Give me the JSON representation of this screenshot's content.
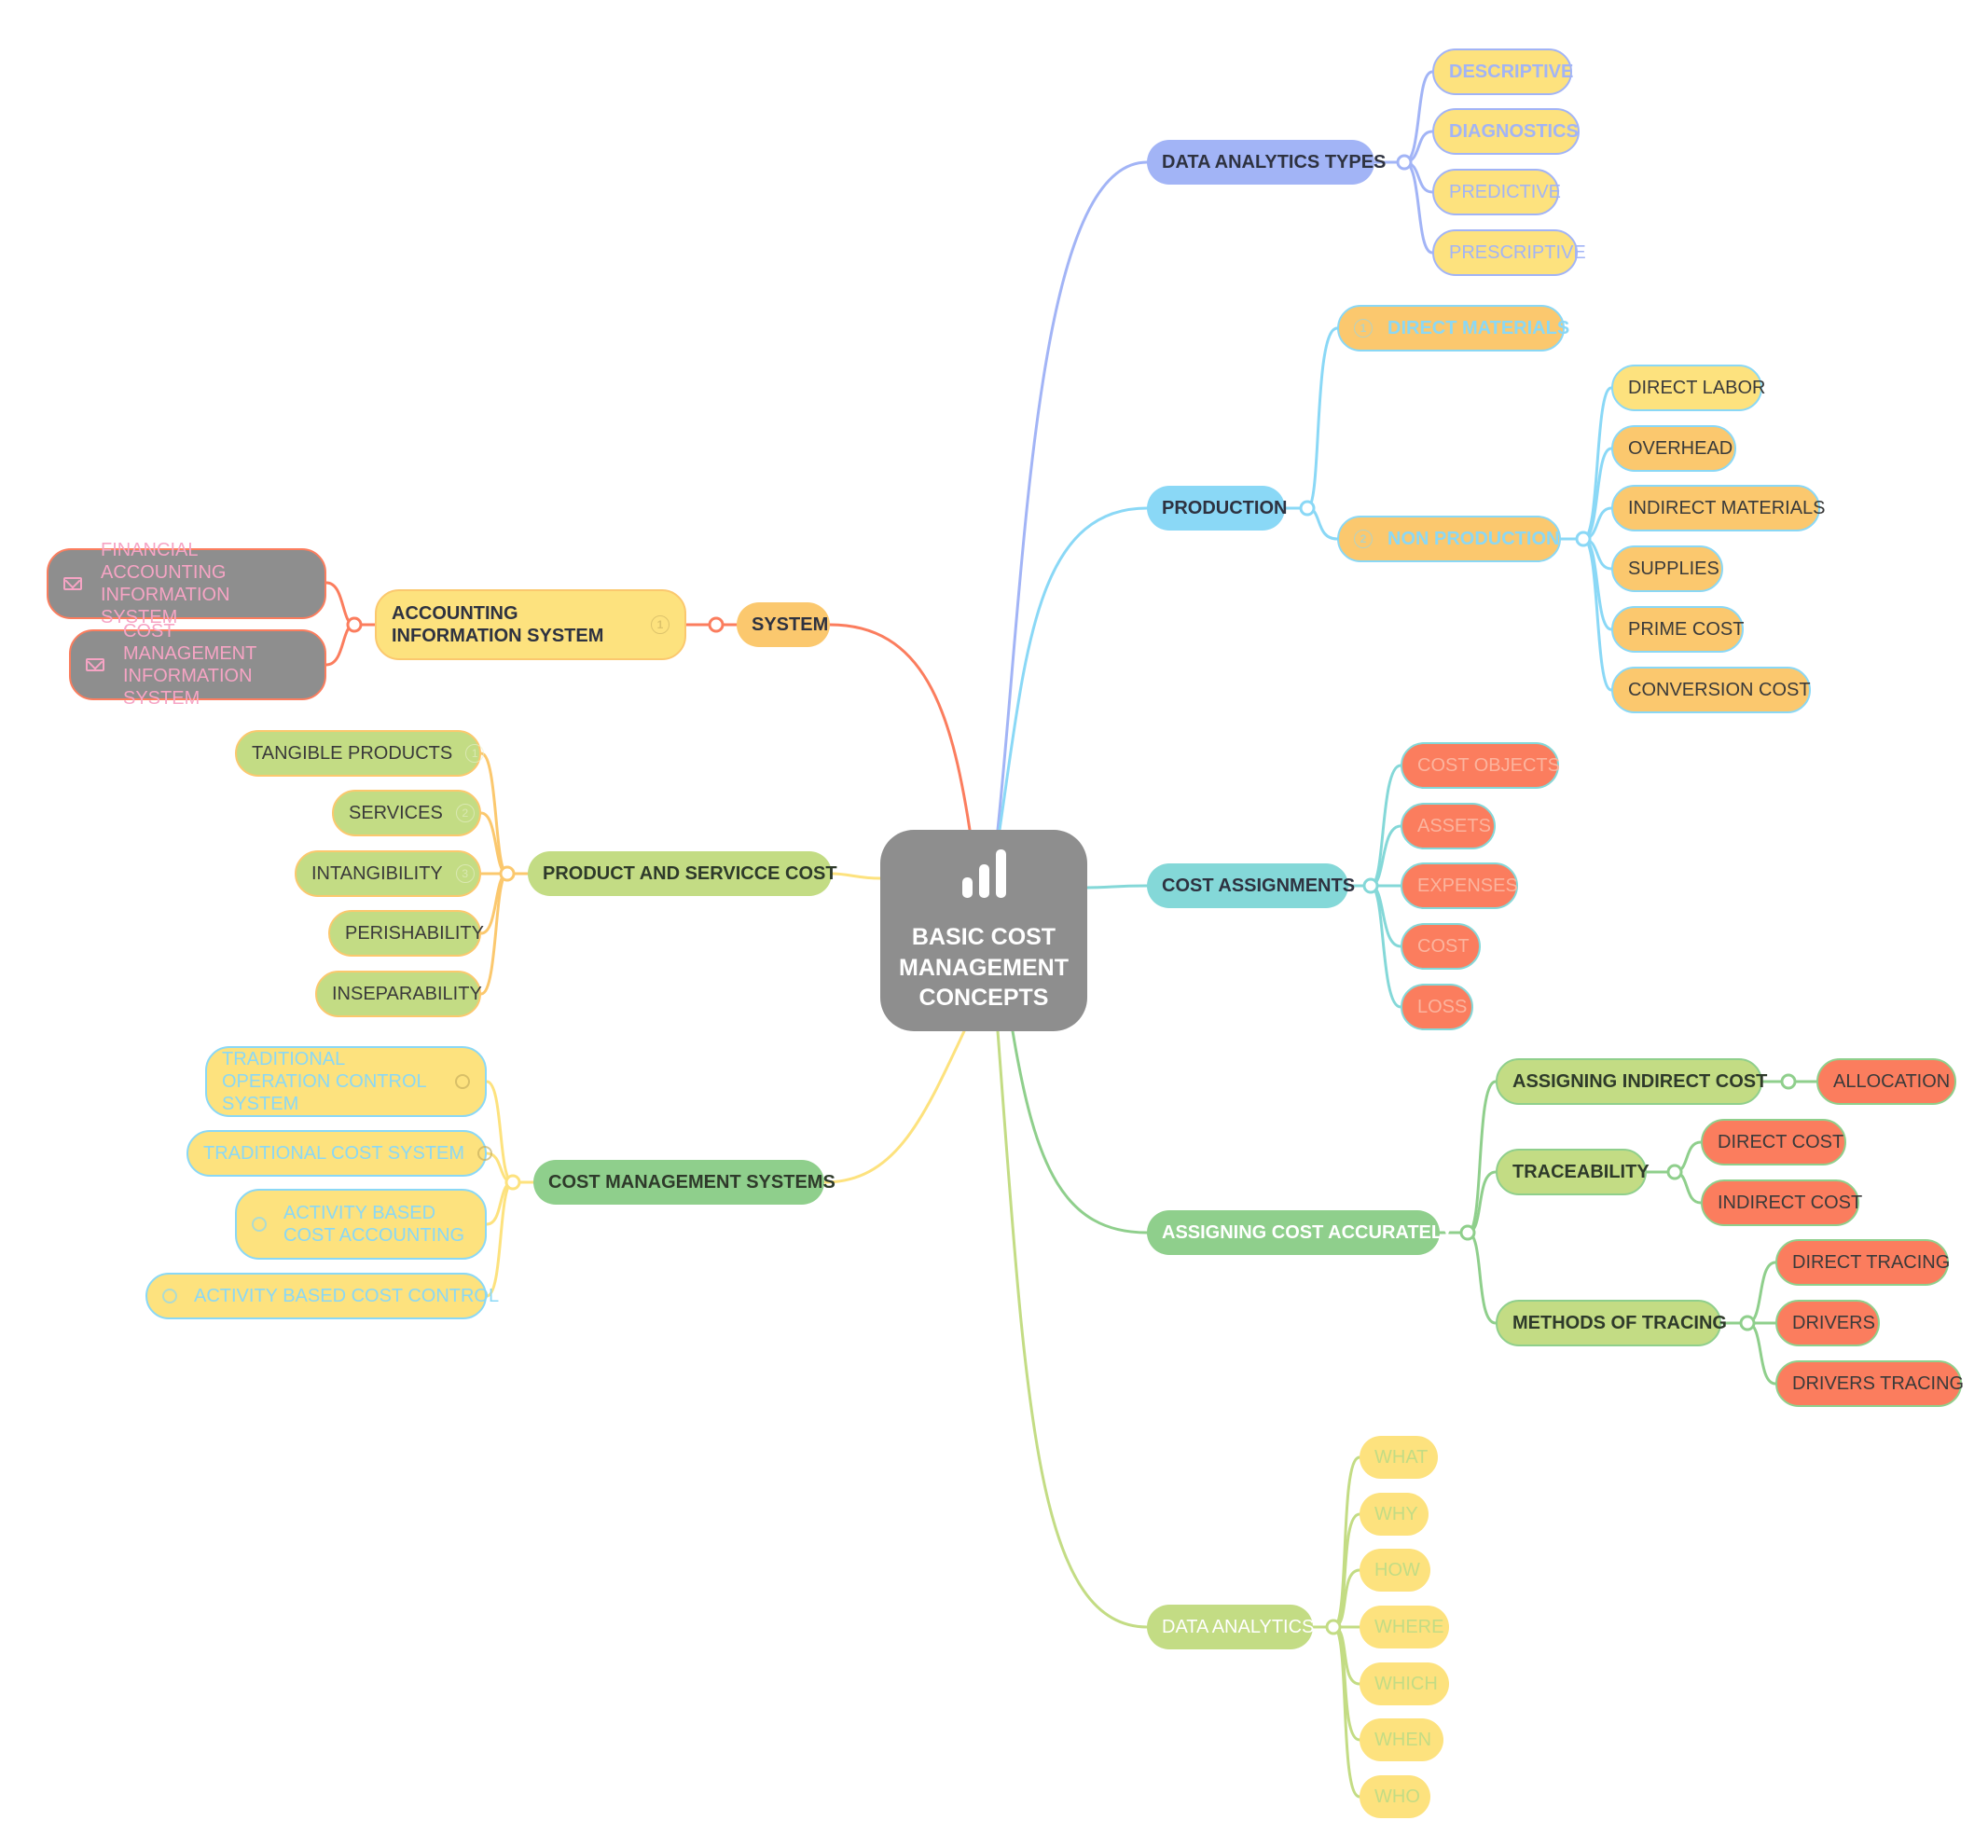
{
  "center": {
    "title": "BASIC COST MANAGEMENT CONCEPTS",
    "icon": "bar-chart-icon"
  },
  "colors": {
    "blue": "#a2b4f6",
    "cyan": "#8ad8f6",
    "teal": "#84d8d8",
    "green": "#8fcf8c",
    "lime": "#c3dc84",
    "yellow": "#fde27e",
    "orange": "#fbc86e",
    "red": "#fb7d5e",
    "gray": "#8e8e8e",
    "pink": "#f6a4c4"
  },
  "data_analytics_types": {
    "label": "DATA ANALYTICS TYPES",
    "items": [
      "DESCRIPTIVE",
      "DIAGNOSTICS",
      "PREDICTIVE",
      "PRESCRIPTIVE"
    ]
  },
  "production": {
    "label": "PRODUCTION",
    "direct_materials": {
      "label": "DIRECT MATERIALS",
      "badge": "1"
    },
    "non_production": {
      "label": "NON PRODUCTION",
      "badge": "2",
      "items": [
        "DIRECT LABOR",
        "OVERHEAD",
        "INDIRECT MATERIALS",
        "SUPPLIES",
        "PRIME COST",
        "CONVERSION COST"
      ]
    }
  },
  "cost_assignments": {
    "label": "COST ASSIGNMENTS",
    "items": [
      "COST OBJECTS",
      "ASSETS",
      "EXPENSES",
      "COST",
      "LOSS"
    ]
  },
  "assigning_cost_accurately": {
    "label": "ASSIGNING COST ACCURATELY",
    "assigning_indirect_cost": {
      "label": "ASSIGNING INDIRECT COST",
      "items": [
        "ALLOCATION"
      ]
    },
    "traceability": {
      "label": "TRACEABILITY",
      "items": [
        "DIRECT COST",
        "INDIRECT COST"
      ]
    },
    "methods_of_tracing": {
      "label": "METHODS OF TRACING",
      "items": [
        "DIRECT TRACING",
        "DRIVERS",
        "DRIVERS TRACING"
      ]
    }
  },
  "data_analytics": {
    "label": "DATA ANALYTICS",
    "items": [
      "WHAT",
      "WHY",
      "HOW",
      "WHERE",
      "WHICH",
      "WHEN",
      "WHO"
    ]
  },
  "system": {
    "label": "SYSTEM",
    "accounting_information_system": {
      "label": "ACCOUNTING INFORMATION SYSTEM",
      "badge": "1",
      "items": [
        "FINANCIAL ACCOUNTING INFORMATION SYSTEM",
        "COST MANAGEMENT INFORMATION SYSTEM"
      ]
    }
  },
  "product_and_service_cost": {
    "label": "PRODUCT AND SERVICCE COST",
    "items": [
      {
        "label": "TANGIBLE PRODUCTS",
        "badge": "1"
      },
      {
        "label": "SERVICES",
        "badge": "2"
      },
      {
        "label": "INTANGIBILITY",
        "badge": "3"
      },
      {
        "label": "PERISHABILITY"
      },
      {
        "label": "INSEPARABILITY"
      }
    ]
  },
  "cost_management_systems": {
    "label": "COST MANAGEMENT SYSTEMS",
    "items": [
      "TRADITIONAL OPERATION CONTROL SYSTEM",
      "TRADITIONAL COST SYSTEM",
      "ACTIVITY BASED COST ACCOUNTING",
      "ACTIVITY BASED COST CONTROL"
    ]
  }
}
